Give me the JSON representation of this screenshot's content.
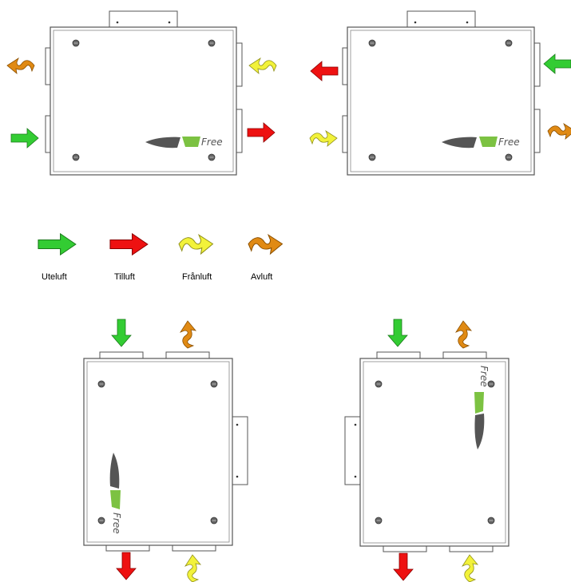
{
  "brand": "Free",
  "colors": {
    "uteluft": "#33cc33",
    "tilluft": "#ee1111",
    "franluft": "#f2f23a",
    "avluft": "#e08a14",
    "box_stroke": "#555555",
    "logo_dark": "#555555",
    "logo_green": "#7cc242"
  },
  "legend": [
    {
      "key": "uteluft",
      "label": "Uteluft",
      "icon": "straight-arrow-icon"
    },
    {
      "key": "tilluft",
      "label": "Tilluft",
      "icon": "straight-arrow-icon"
    },
    {
      "key": "franluft",
      "label": "Frånluft",
      "icon": "curved-arrow-icon"
    },
    {
      "key": "avluft",
      "label": "Avluft",
      "icon": "curved-arrow-icon"
    }
  ]
}
